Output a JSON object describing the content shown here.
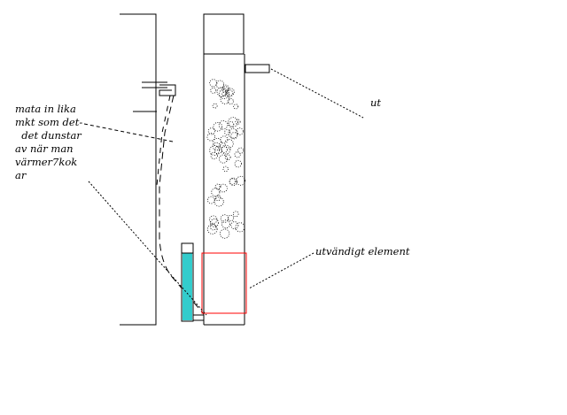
{
  "labels": {
    "left_note_lines": [
      "mata in lika",
      "mkt som det-",
      "  det dunstar",
      "av när man",
      "värmer7kok",
      "ar"
    ],
    "element_label": "utvändigt element",
    "outlet_label": "ut"
  },
  "colors": {
    "line": "#000000",
    "water_fill": "#33cccc",
    "element_outline": "#ff0000",
    "background": "#ffffff"
  },
  "decor": {
    "granules": "dotted-granule-pattern"
  }
}
